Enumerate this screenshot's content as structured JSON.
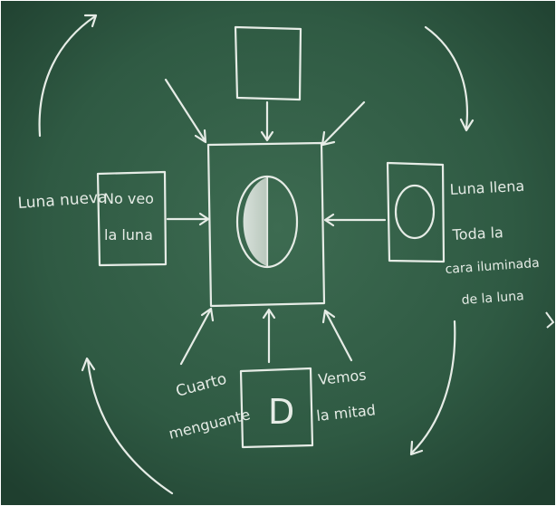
{
  "scene": {
    "board_color": "#2f5a43",
    "chalk_color": "#e6ece6",
    "labels": {
      "left_outside": "Luna nueva",
      "left_box_line1": "No veo",
      "left_box_line2": "la luna",
      "right_title": "Luna llena",
      "right_line1": "Toda la",
      "right_line2": "cara iluminada",
      "right_line3": "de la luna",
      "bottom_left_line1": "Cuarto",
      "bottom_left_line2": "menguante",
      "bottom_box_letter": "D",
      "bottom_right_line1": "Vemos",
      "bottom_right_line2": "la mitad"
    }
  }
}
